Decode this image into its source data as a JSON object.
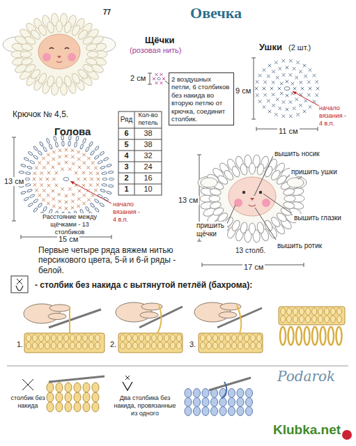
{
  "diagram": {
    "title": "Овечка",
    "nodes": [
      {
        "text": [
          "2 воздушных петли, 6 столбиков без накида во вторую петлю от крючка, соединит столбик."
        ]
      }
    ],
    "labels": [
      "77",
      "Щёчки",
      "(розовая нить)",
      "Ушки",
      "(2 шт.)",
      "2 см",
      "9 см",
      "начало вязания - 4 в.п.",
      "11 см",
      "Крючок № 4,5.",
      "Голова",
      "Ряд",
      "Кол-во петель",
      "6",
      "38",
      "5",
      "38",
      "4",
      "32",
      "3",
      "24",
      "2",
      "16",
      "1",
      "10",
      "13 см",
      "начало вязания - 4 в.п.",
      "Расстояние между щёчками - 13 столбиков",
      "15 см",
      "Первые четыре ряда вяжем нитью персикового цвета, 5-й и 6-й ряды - белой.",
      "вышить носик",
      "пришить ушки",
      "13 см",
      "вышить глазки",
      "пришить щёчки",
      "вышить ротик",
      "13 столб.",
      "17 см",
      "1.",
      "2.",
      "3.",
      "Podarok",
      "Klubka.net"
    ],
    "legend": [
      {
        "text": "- столбик без накида с вытянутой петлёй (бахрома):"
      },
      {
        "text": "столбик без накида"
      },
      {
        "text": "Два столбика без накида, провязанные из одного"
      }
    ]
  }
}
